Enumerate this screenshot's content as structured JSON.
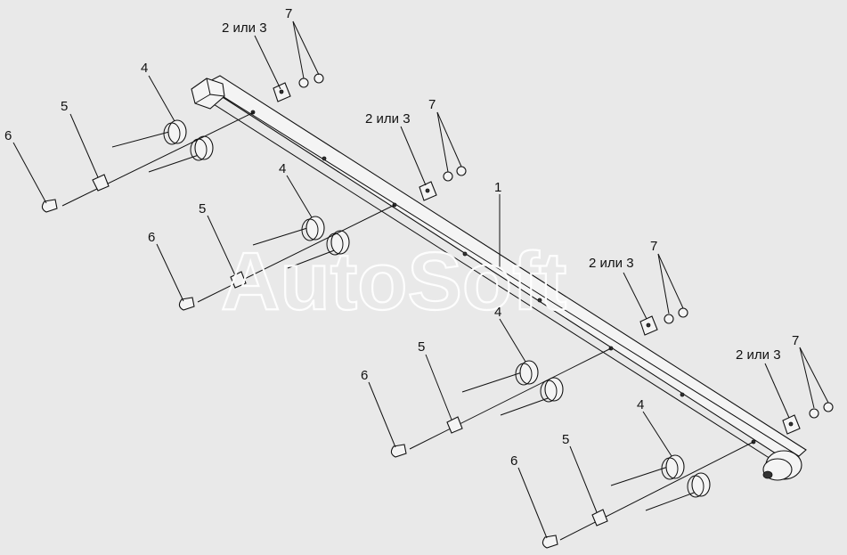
{
  "diagram": {
    "watermark": "AutoSoft",
    "labels": {
      "shaft": "1",
      "plate": "2 или 3",
      "spring": "4",
      "clamp": "5",
      "bolt": "6",
      "nut": "7"
    }
  }
}
